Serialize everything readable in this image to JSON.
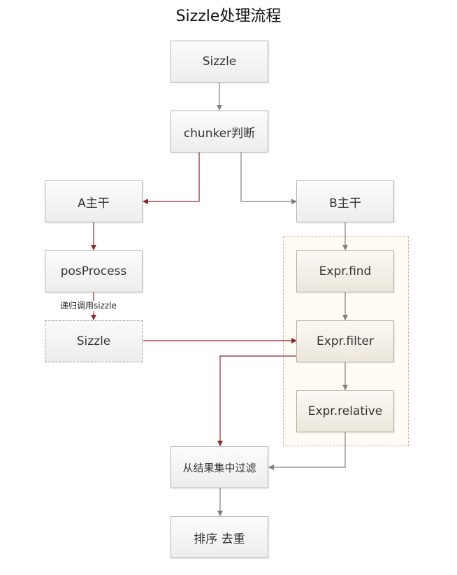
{
  "title": "Sizzle处理流程",
  "nodes": {
    "sizzle_top": "Sizzle",
    "chunker": "chunker判断",
    "a_main": "A主干",
    "b_main": "B主干",
    "pos_process": "posProcess",
    "sizzle_recursive": "Sizzle",
    "expr_find": "Expr.find",
    "expr_filter": "Expr.filter",
    "expr_relative": "Expr.relative",
    "filter_from_results": "从结果集中过滤",
    "sort_dedupe": "排序 去重"
  },
  "edge_labels": {
    "recursive_call": "递归调用sizzle"
  },
  "colors": {
    "gray_arrow": "#808080",
    "red_arrow": "#8b2a2a",
    "group_border": "#e2a4a4",
    "group_fill": "#fffcf6"
  }
}
